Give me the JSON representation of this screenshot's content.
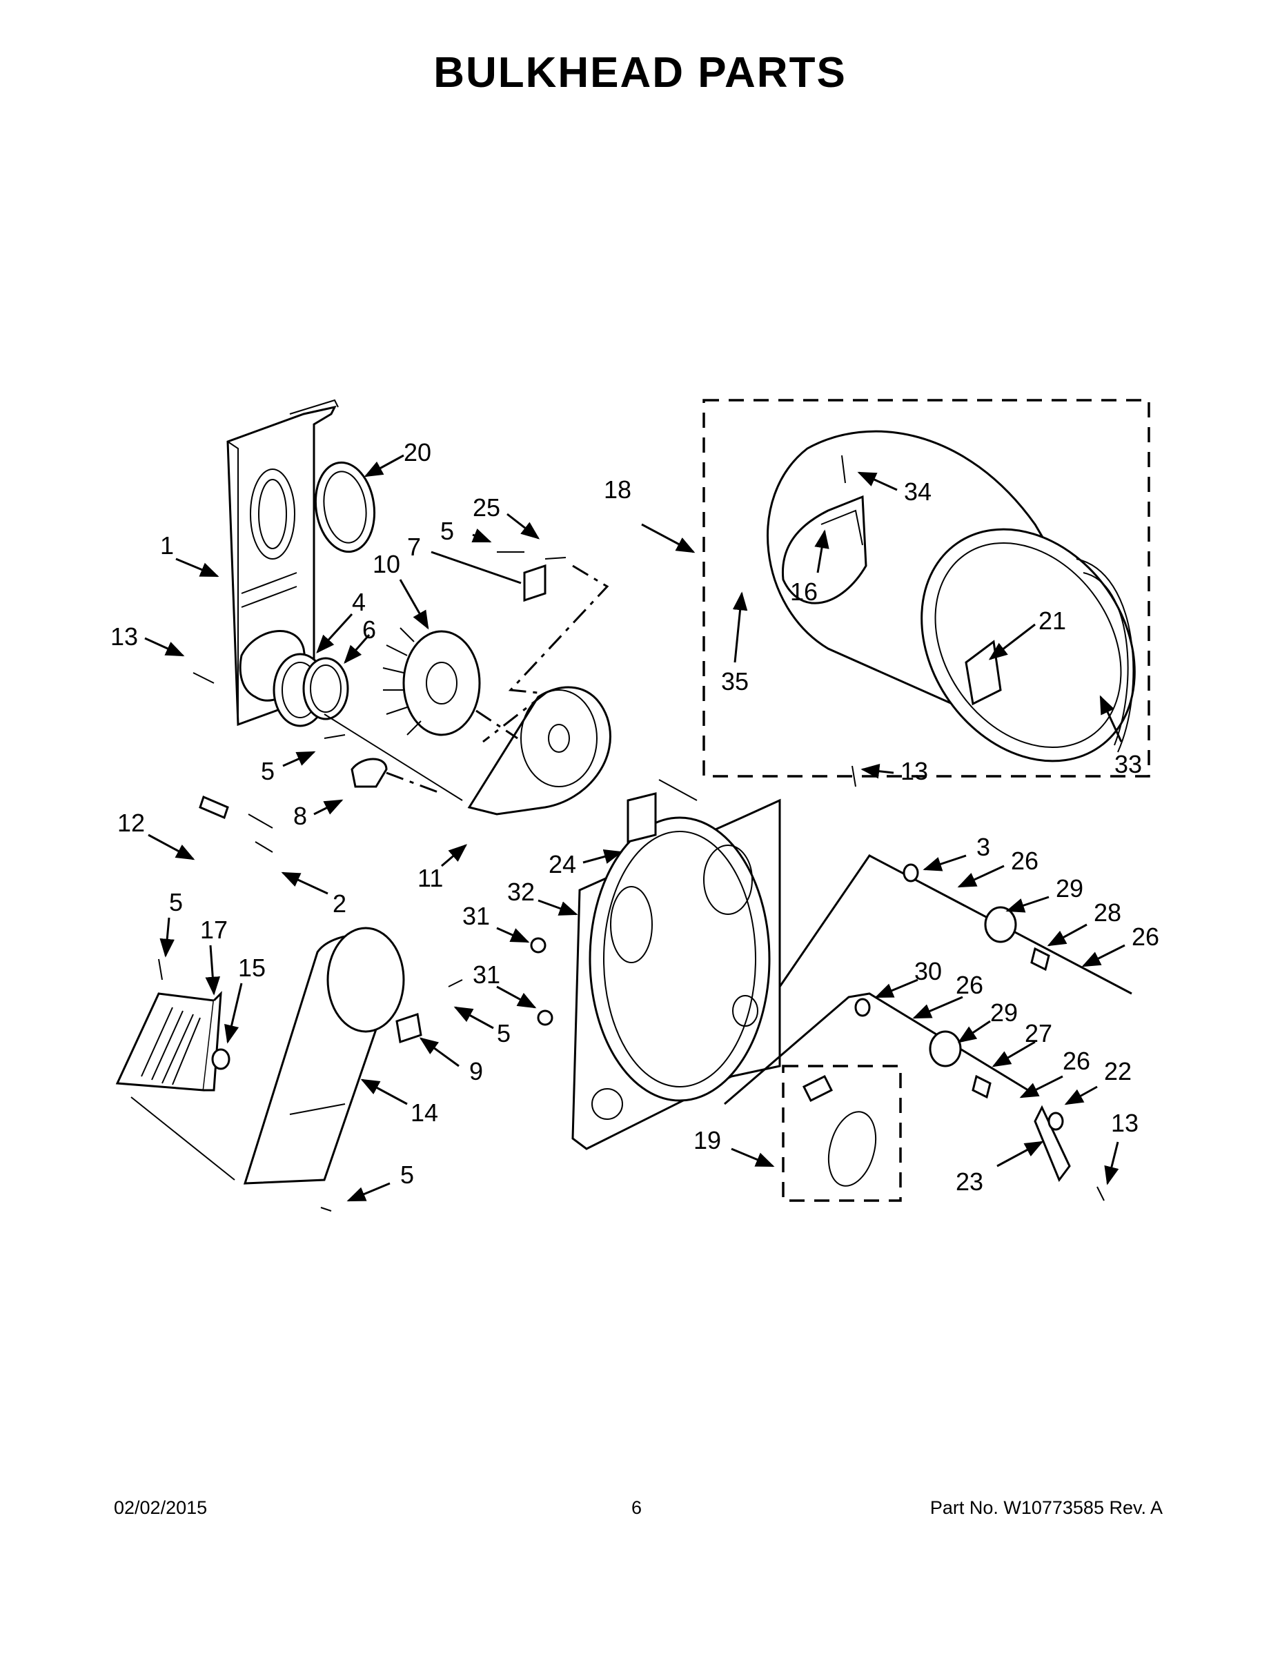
{
  "title": "BULKHEAD PARTS",
  "footer": {
    "date": "02/02/2015",
    "page": "6",
    "part_number": "Part No.  W10773585   Rev.  A"
  },
  "callouts": {
    "c1": "1",
    "c2": "2",
    "c3": "3",
    "c4": "4",
    "c5a": "5",
    "c5b": "5",
    "c5c": "5",
    "c5d": "5",
    "c5e": "5",
    "c6": "6",
    "c7": "7",
    "c8": "8",
    "c9": "9",
    "c10": "10",
    "c11": "11",
    "c12": "12",
    "c13a": "13",
    "c13b": "13",
    "c13c": "13",
    "c14": "14",
    "c15": "15",
    "c16": "16",
    "c17": "17",
    "c18": "18",
    "c19": "19",
    "c20": "20",
    "c21": "21",
    "c22": "22",
    "c23": "23",
    "c24": "24",
    "c25": "25",
    "c26a": "26",
    "c26b": "26",
    "c26c": "26",
    "c26d": "26",
    "c27": "27",
    "c28": "28",
    "c29a": "29",
    "c29b": "29",
    "c30": "30",
    "c31a": "31",
    "c31b": "31",
    "c32": "32",
    "c33": "33",
    "c34": "34",
    "c35": "35"
  }
}
